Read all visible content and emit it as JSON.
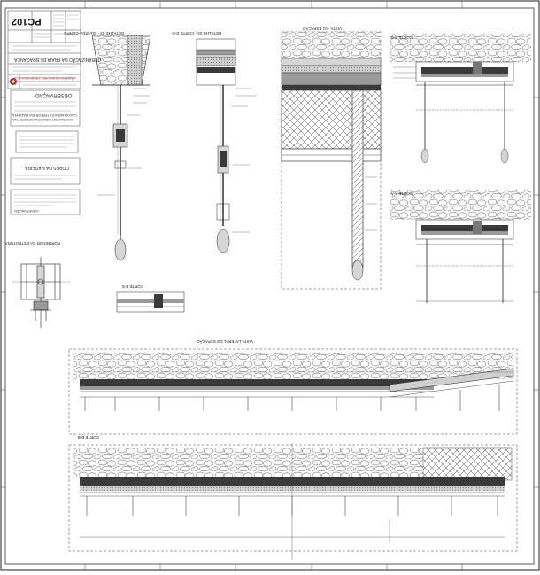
{
  "sheet": {
    "sheet_code": "PC102",
    "project_title": "URBANIZAÇÃO DA PRAIA DE BRAGANÇA",
    "client": "CÂMARA MUNICIPAL DE BRAGANÇA",
    "obs_title": "OBSERVAÇÃO",
    "obs_text_1": "CAIXILHARIA EXTERIOR EM MADEIRA",
    "obs_text_2": "CONSULTAR MEMÓRIA DESCRITIVA",
    "madeira_title": "CORES DA MADEIRA",
    "observacao_label": "OBSERVAÇÃO"
  },
  "views": {
    "detail_a": "DETALHE 03 - GUARDA-CORPO",
    "detail_b": "DETALHE 03 - CORTE D-D",
    "vista_top": "VISTA - 01 ESPAÇÃO",
    "corte_bb": "CORTE B-B",
    "corte_aa": "CORTE A-A",
    "corte_ee": "CORTE E-E",
    "pormenor": "PORMENOR DA ESTRUTURA",
    "vista_lateral": "VISTA LATERAL DO ESPAÇÃO",
    "corte_bottom": "CORTE B-B"
  },
  "colors": {
    "line": "#222222",
    "fill_dark": "#3a3a3a",
    "fill_mid": "#9a9a9a",
    "fill_light": "#d6d6d6",
    "stamp": "#b03030"
  }
}
